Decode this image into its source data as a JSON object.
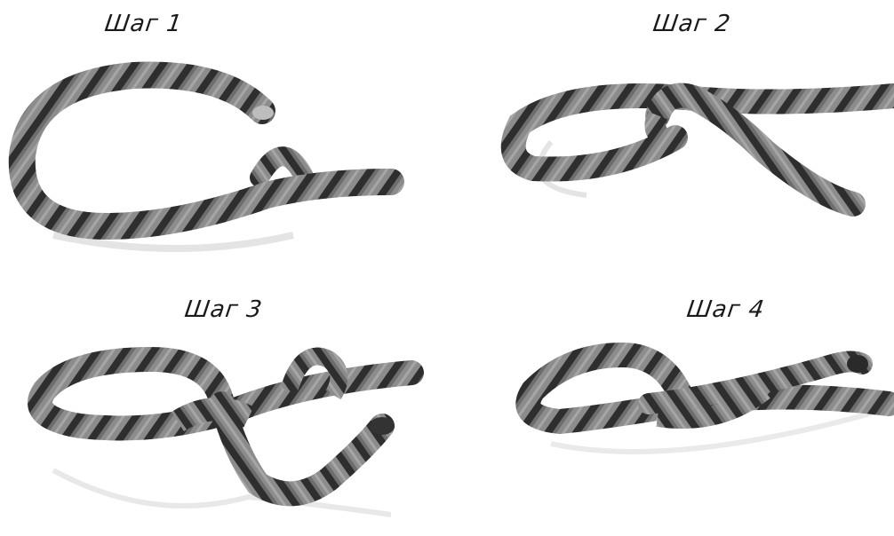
{
  "steps": [
    {
      "label": "Шаг 1"
    },
    {
      "label": "Шаг 2"
    },
    {
      "label": "Шаг 3"
    },
    {
      "label": "Шаг 4"
    }
  ],
  "colors": {
    "rope_light": "#8a8a8a",
    "rope_dark": "#2b2b2b",
    "shadow": "#dcdcdc"
  }
}
